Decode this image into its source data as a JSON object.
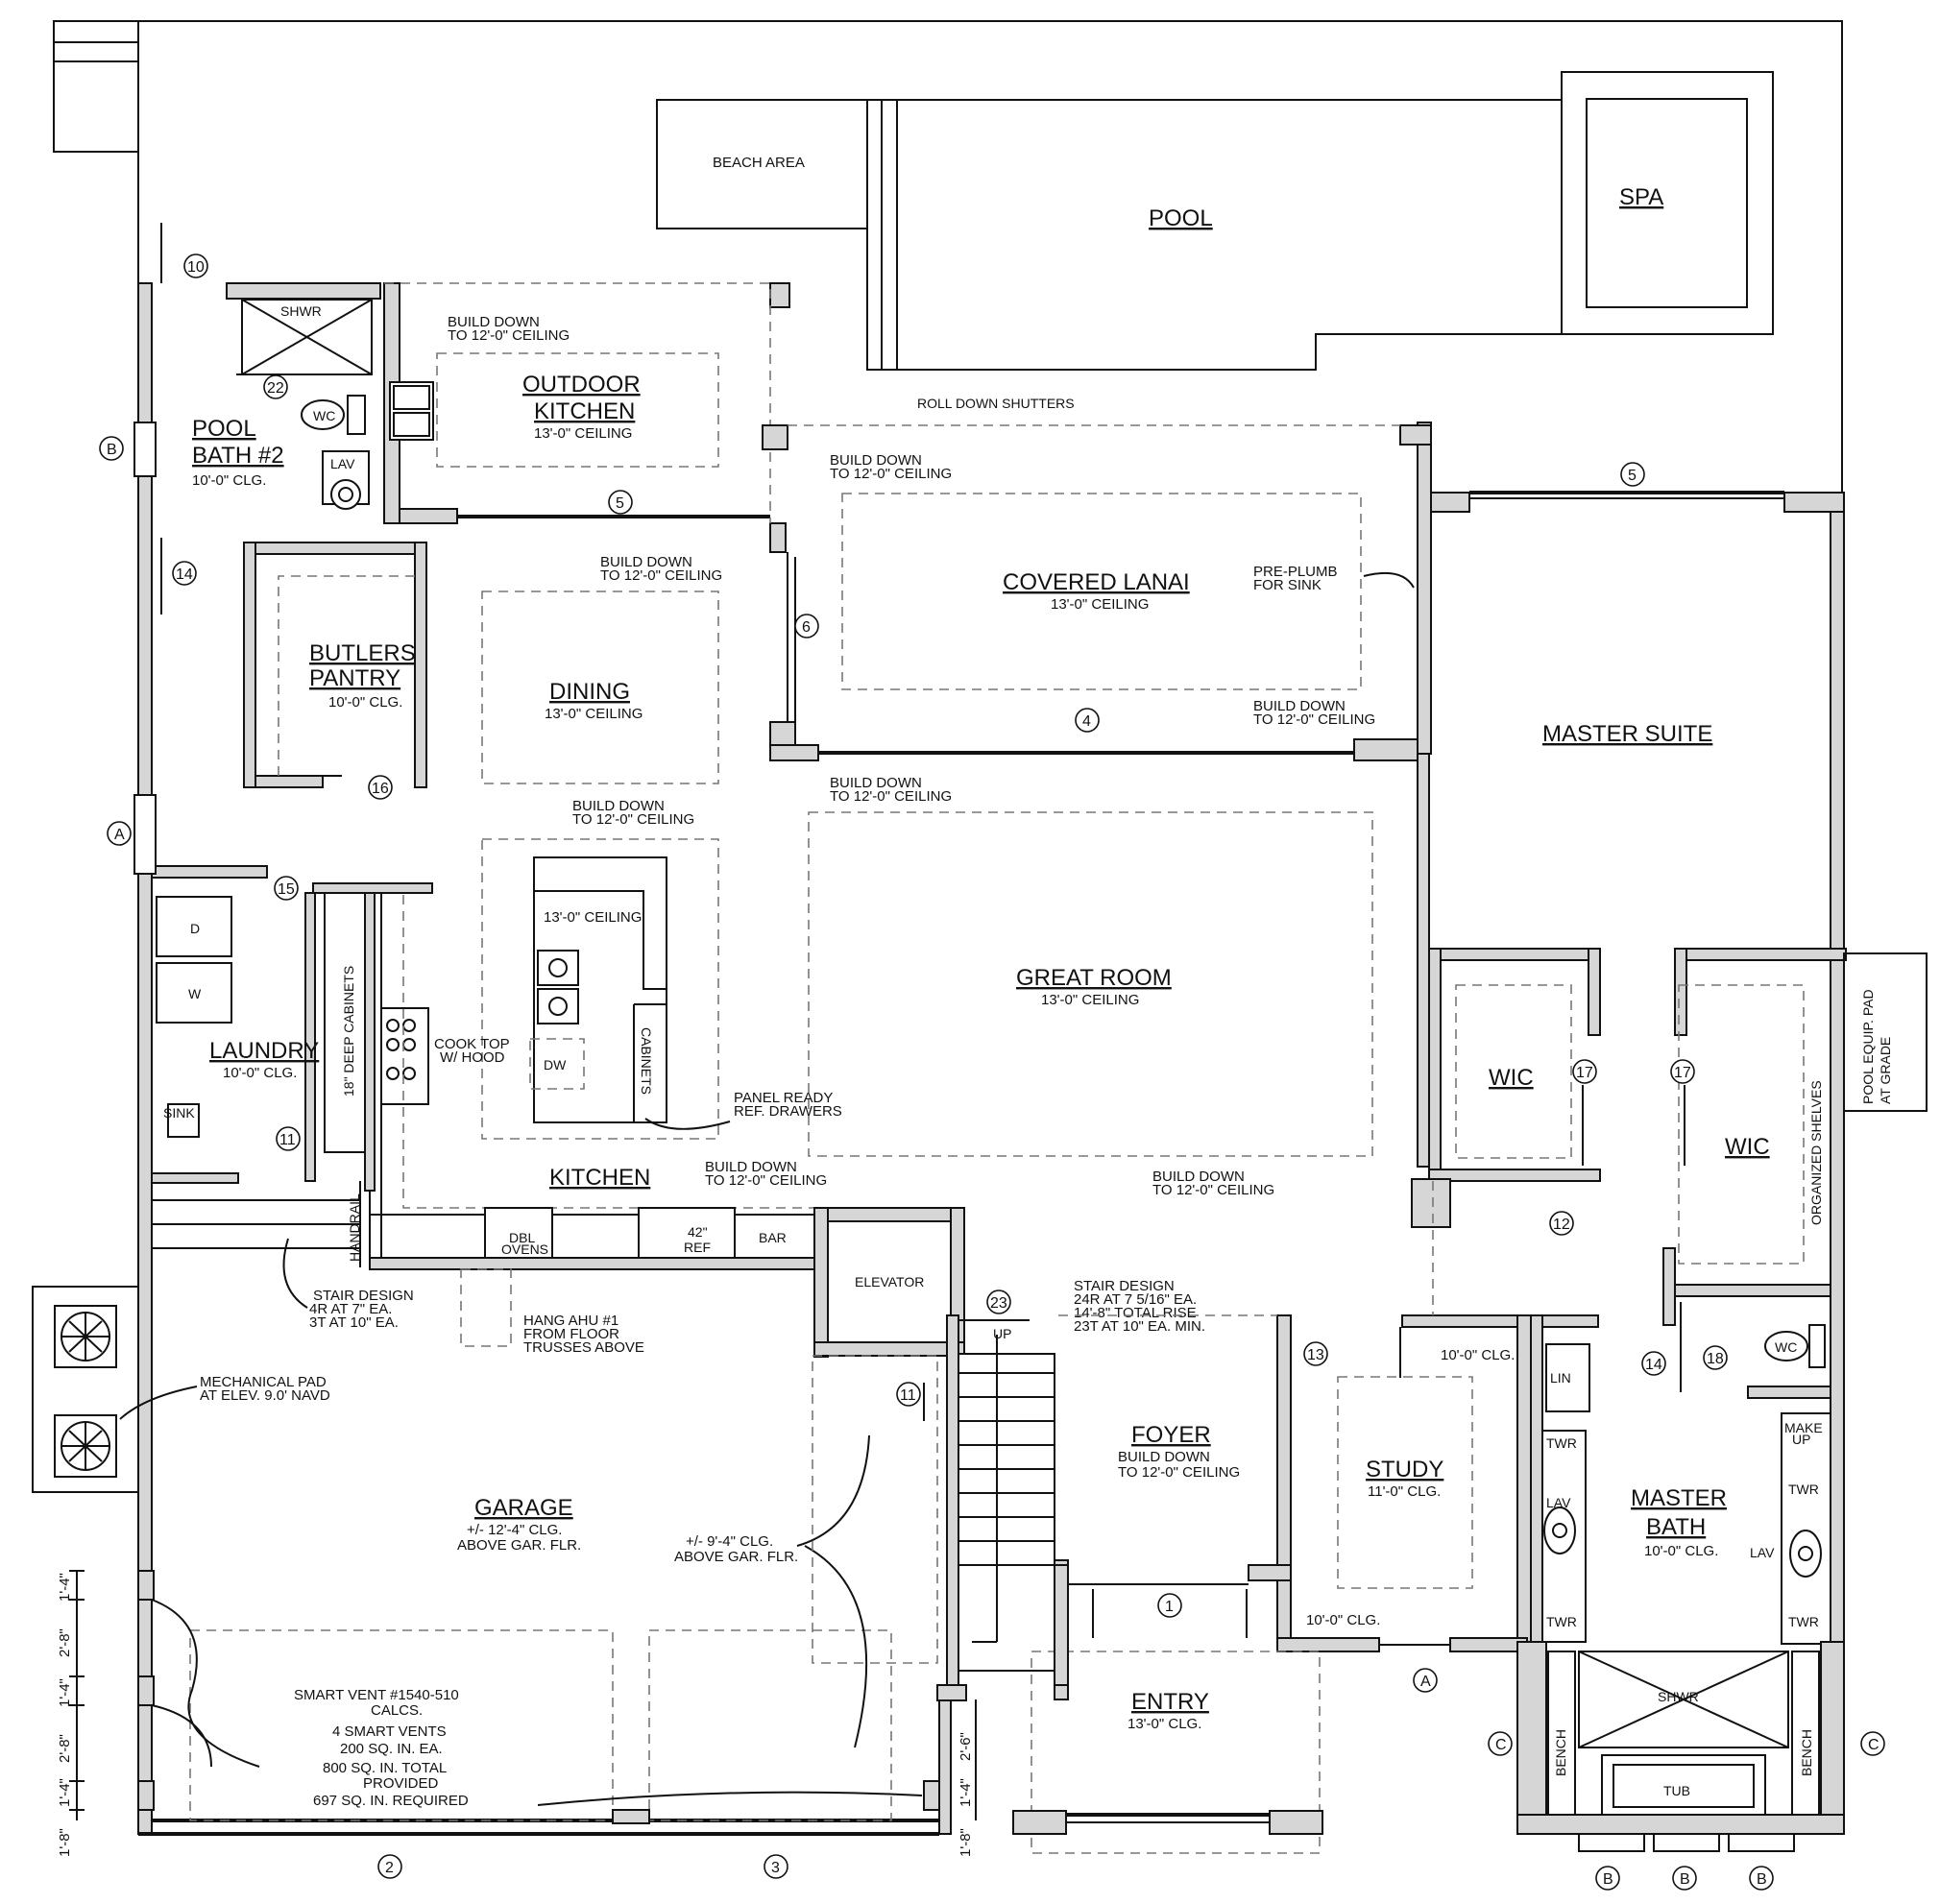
{
  "rooms": {
    "beach_area": "BEACH AREA",
    "pool": "POOL",
    "spa": "SPA",
    "outdoor_kitchen_1": "OUTDOOR",
    "outdoor_kitchen_2": "KITCHEN",
    "outdoor_kitchen_clg": "13'-0\" CEILING",
    "pool_bath_1": "POOL",
    "pool_bath_2": "BATH #2",
    "pool_bath_clg": "10'-0\" CLG.",
    "butlers_1": "BUTLERS",
    "butlers_2": "PANTRY",
    "butlers_clg": "10'-0\" CLG.",
    "dining": "DINING",
    "dining_clg": "13'-0\" CEILING",
    "covered_lanai": "COVERED LANAI",
    "covered_lanai_clg": "13'-0\" CEILING",
    "master_suite": "MASTER SUITE",
    "great_room": "GREAT ROOM",
    "great_room_clg": "13'-0\" CEILING",
    "island_clg": "13'-0\" CEILING",
    "laundry": "LAUNDRY",
    "laundry_clg": "10'-0\" CLG.",
    "kitchen": "KITCHEN",
    "wic": "WIC",
    "garage": "GARAGE",
    "garage_clg_1": "+/- 12'-4\" CLG.",
    "garage_clg_2": "ABOVE GAR. FLR.",
    "garage_clg_3": "+/- 9'-4\" CLG.",
    "garage_clg_4": "ABOVE GAR. FLR.",
    "elevator": "ELEVATOR",
    "foyer": "FOYER",
    "foyer_bd_1": "BUILD DOWN",
    "foyer_bd_2": "TO 12'-0\" CEILING",
    "study": "STUDY",
    "study_clg": "11'-0\" CLG.",
    "study_clg_2": "10'-0\" CLG.",
    "study_clg_3": "10'-0\" CLG.",
    "master_bath_1": "MASTER",
    "master_bath_2": "BATH",
    "master_bath_clg": "10'-0\" CLG.",
    "entry": "ENTRY",
    "entry_clg": "13'-0\" CLG."
  },
  "fixtures": {
    "shwr": "SHWR",
    "wc": "WC",
    "lav": "LAV",
    "d": "D",
    "w": "W",
    "sink": "SINK",
    "dw": "DW",
    "cabinets": "CABINETS",
    "deep_cabinets": "18\" DEEP CABINETS",
    "handrail": "HANDRAIL",
    "cook_top_1": "COOK TOP",
    "cook_top_2": "W/ HOOD",
    "dbl_ovens_1": "DBL",
    "dbl_ovens_2": "OVENS",
    "ref_1": "42\"",
    "ref_2": "REF",
    "bar": "BAR",
    "lin": "LIN",
    "twr": "TWR",
    "make_up_1": "MAKE",
    "make_up_2": "UP",
    "bench": "BENCH",
    "tub": "TUB",
    "up": "UP",
    "organized_shelves": "ORGANIZED SHELVES",
    "pool_equip_1": "POOL EQUIP. PAD",
    "pool_equip_2": "AT GRADE"
  },
  "notes": {
    "build_down": "BUILD DOWN",
    "to_12_ceiling": "TO 12'-0\" CEILING",
    "roll_down_shutters": "ROLL DOWN SHUTTERS",
    "pre_plumb_1": "PRE-PLUMB",
    "pre_plumb_2": "FOR SINK",
    "panel_ready_1": "PANEL READY",
    "panel_ready_2": "REF. DRAWERS",
    "stair_design": "STAIR DESIGN",
    "stair_a_1": "4R AT 7\" EA.",
    "stair_a_2": "3T AT 10\" EA.",
    "stair_b_1": "24R AT 7 5/16\" EA.",
    "stair_b_2": "14'-8\" TOTAL RISE",
    "stair_b_3": "23T AT 10\" EA. MIN.",
    "hang_ahu_1": "HANG AHU #1",
    "hang_ahu_2": "FROM FLOOR",
    "hang_ahu_3": "TRUSSES ABOVE",
    "mech_pad_1": "MECHANICAL PAD",
    "mech_pad_2": "AT ELEV. 9.0' NAVD",
    "smart_vent_1": "SMART VENT #1540-510",
    "smart_vent_2": "CALCS.",
    "smart_vent_3": "4 SMART VENTS",
    "smart_vent_4": "200 SQ. IN. EA.",
    "smart_vent_5": "800 SQ. IN. TOTAL",
    "smart_vent_6": "PROVIDED",
    "smart_vent_7": "697 SQ. IN. REQUIRED"
  },
  "tags": {
    "t1": "1",
    "t2": "2",
    "t3": "3",
    "t4": "4",
    "t5": "5",
    "t6": "6",
    "t10": "10",
    "t11": "11",
    "t12": "12",
    "t13": "13",
    "t14": "14",
    "t15": "15",
    "t16": "16",
    "t17": "17",
    "t18": "18",
    "t22": "22",
    "t23": "23",
    "a": "A",
    "b": "B",
    "c": "C"
  },
  "dimensions": {
    "d1_4": "1'-4\"",
    "d2_8": "2'-8\"",
    "d1_8": "1'-8\"",
    "d2_6": "2'-6\""
  }
}
